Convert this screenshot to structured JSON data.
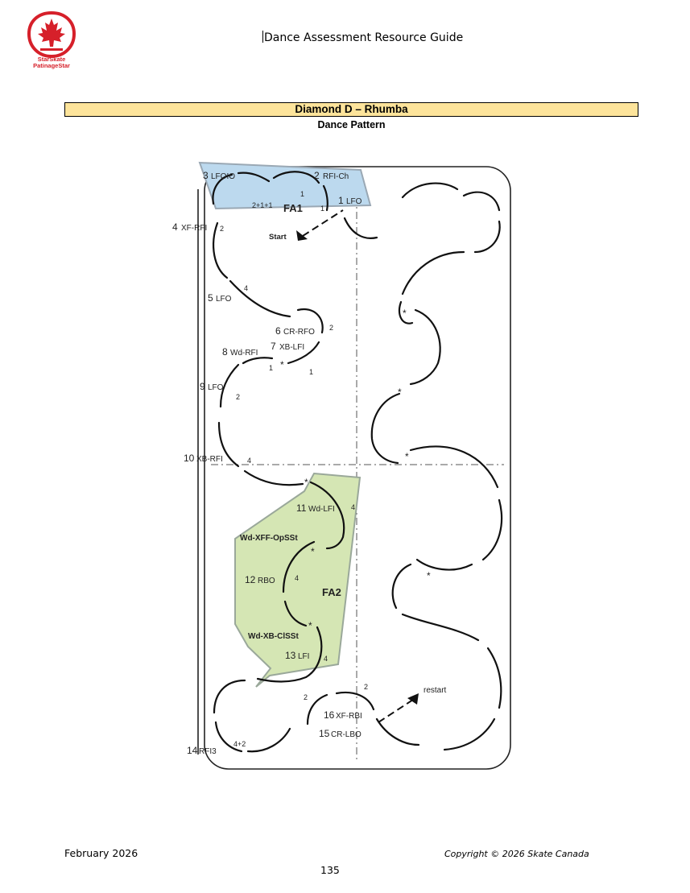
{
  "logo": {
    "line1": "StarSkate",
    "line2": "PatinageStar",
    "red": "#d6202a"
  },
  "header": {
    "title": "Dance Assessment Resource Guide"
  },
  "section": {
    "title": "Diamond D – Rhumba",
    "subtitle": "Dance Pattern",
    "title_bg": "#fde49b"
  },
  "pattern": {
    "fa1": {
      "label": "FA1",
      "color": "#bcd9ee"
    },
    "fa2": {
      "label": "FA2",
      "color": "#d5e6b4"
    },
    "start": "Start",
    "restart": "restart",
    "steps": [
      {
        "num": "1",
        "name": "LFO"
      },
      {
        "num": "2",
        "name": "RFI-Ch"
      },
      {
        "num": "3",
        "name": "LFOIO"
      },
      {
        "num": "4",
        "name": "XF-RFI"
      },
      {
        "num": "5",
        "name": "LFO"
      },
      {
        "num": "6",
        "name": "CR-RFO"
      },
      {
        "num": "7",
        "name": "XB-LFI"
      },
      {
        "num": "8",
        "name": "Wd-RFI"
      },
      {
        "num": "9",
        "name": "LFO"
      },
      {
        "num": "10",
        "name": "XB-RFI"
      },
      {
        "num": "11",
        "name": "Wd-LFI"
      },
      {
        "num": "12",
        "name": "RBO"
      },
      {
        "num": "13",
        "name": "LFI"
      },
      {
        "num": "14",
        "name": "RFI3"
      },
      {
        "num": "15",
        "name": "CR-LBO"
      },
      {
        "num": "16",
        "name": "XF-RBI"
      }
    ],
    "beats": [
      "2+1+1",
      "1",
      "1",
      "2",
      "4",
      "2",
      "1",
      "1",
      "2",
      "4",
      "4",
      "4",
      "4",
      "4+2",
      "2",
      "2"
    ],
    "transitions": [
      "Wd-XFF-OpSSt",
      "Wd-XB-ClSSt"
    ],
    "asterisk": "*"
  },
  "footer": {
    "date": "February 2026",
    "copyright": "Copyright © 2026 Skate Canada",
    "page": "135"
  }
}
